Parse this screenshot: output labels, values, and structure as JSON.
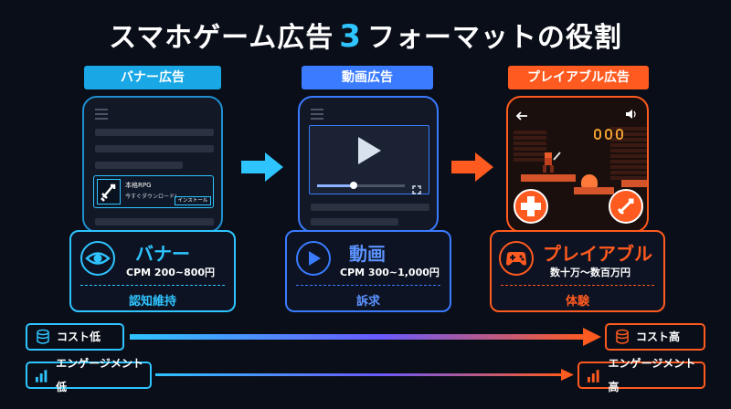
{
  "title": {
    "prefix": "スマホゲーム広告",
    "number": "3",
    "suffix": "フォーマットの役割"
  },
  "colors": {
    "banner": "#2ec4ff",
    "video": "#3a7bff",
    "playable": "#ff5a1f",
    "background": "#0a0e18"
  },
  "formats": [
    {
      "label": "バナー広告",
      "name": "バナー",
      "metric": "CPM 200~800円",
      "role": "認知維持",
      "icon": "eye-icon",
      "ad": {
        "title": "本格RPG",
        "subtitle": "今すぐダウンロード!",
        "install": "インストール"
      }
    },
    {
      "label": "動画広告",
      "name": "動画",
      "metric": "CPM 300~1,000円",
      "role": "訴求",
      "icon": "play-icon"
    },
    {
      "label": "プレイアブル広告",
      "name": "プレイアブル",
      "metric": "数十万～数百万円",
      "role": "体験",
      "icon": "gamepad-icon"
    }
  ],
  "scales": {
    "cost_low": "コスト低",
    "cost_high": "コスト高",
    "engagement_low": "エンゲージメント低",
    "engagement_high": "エンゲージメント高"
  }
}
